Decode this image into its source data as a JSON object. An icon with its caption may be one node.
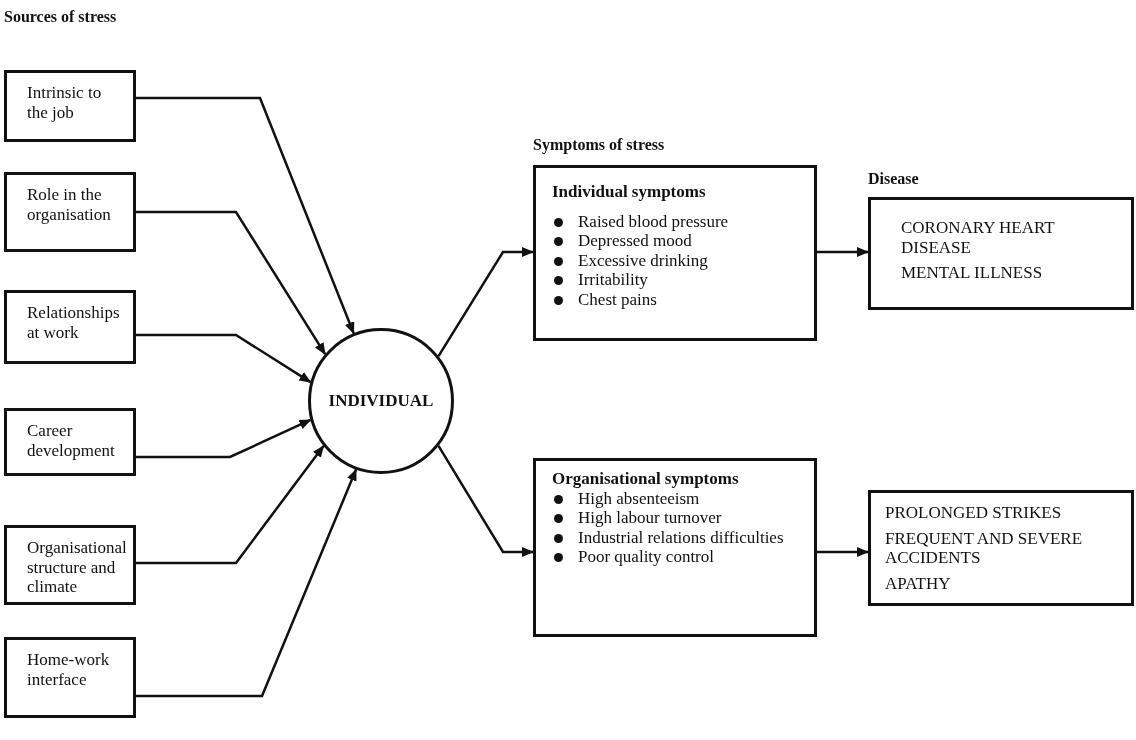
{
  "diagram": {
    "nodes": [
      {
        "text": [
          "Intrinsic to the job"
        ]
      },
      {
        "text": [
          "Role in the organisation"
        ]
      },
      {
        "text": [
          "Relationships at work"
        ]
      },
      {
        "text": [
          "Career development"
        ]
      },
      {
        "text": [
          "Organisational structure and climate"
        ]
      },
      {
        "text": [
          "Home-work interface"
        ]
      },
      {
        "text": [
          "INDIVIDUAL"
        ]
      },
      {
        "text": [
          "Individual symptoms",
          "Raised blood pressure",
          "Depressed mood",
          "Excessive drinking",
          "Irritability",
          "Chest pains"
        ]
      },
      {
        "text": [
          "Organisational symptoms",
          "High absenteeism",
          "High labour turnover",
          "Industrial relations difficulties",
          "Poor quality control"
        ]
      },
      {
        "text": [
          "CORONARY HEART DISEASE",
          "MENTAL ILLNESS"
        ]
      },
      {
        "text": [
          "PROLONGED STRIKES",
          "FREQUENT AND SEVERE ACCIDENTS",
          "APATHY"
        ]
      }
    ],
    "edges": [
      {
        "from": 0,
        "to": 6,
        "arrow": "to"
      },
      {
        "from": 1,
        "to": 6,
        "arrow": "to"
      },
      {
        "from": 2,
        "to": 6,
        "arrow": "to"
      },
      {
        "from": 3,
        "to": 6,
        "arrow": "to"
      },
      {
        "from": 4,
        "to": 6,
        "arrow": "to"
      },
      {
        "from": 5,
        "to": 6,
        "arrow": "to"
      },
      {
        "from": 6,
        "to": 7,
        "arrow": "to"
      },
      {
        "from": 6,
        "to": 8,
        "arrow": "to"
      },
      {
        "from": 7,
        "to": 9,
        "arrow": "to"
      },
      {
        "from": 8,
        "to": 10,
        "arrow": "to"
      }
    ],
    "labels": [
      "Sources of stress",
      "Symptoms of stress",
      "Disease"
    ]
  }
}
